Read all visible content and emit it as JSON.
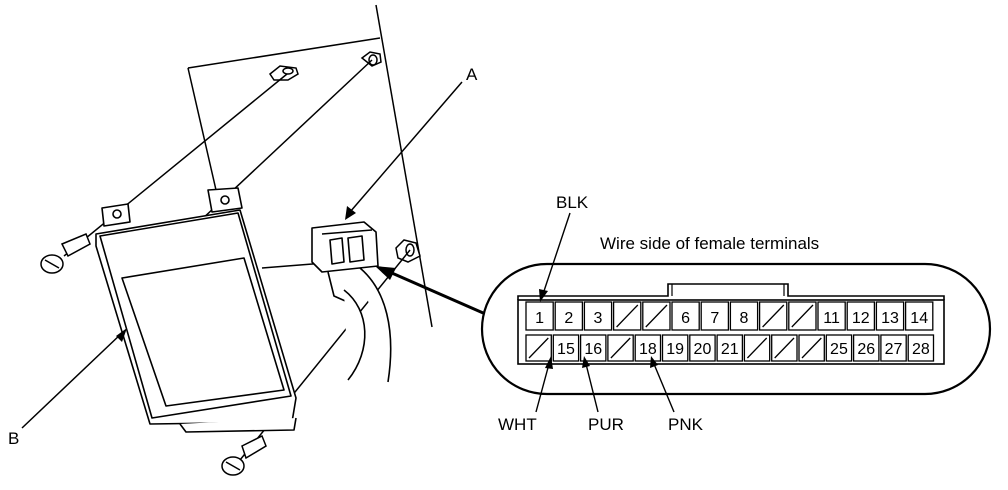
{
  "callouts": {
    "a": "A",
    "b": "B"
  },
  "connector_view": {
    "caption": "Wire side of female terminals",
    "row1": [
      "1",
      "2",
      "3",
      "",
      "",
      "6",
      "7",
      "8",
      "",
      "",
      "11",
      "12",
      "13",
      "14"
    ],
    "row2": [
      "",
      "15",
      "16",
      "",
      "18",
      "19",
      "20",
      "21",
      "",
      "",
      "",
      "25",
      "26",
      "27",
      "28"
    ]
  },
  "wire_colors": {
    "blk": "BLK",
    "wht": "WHT",
    "pur": "PUR",
    "pnk": "PNK"
  }
}
